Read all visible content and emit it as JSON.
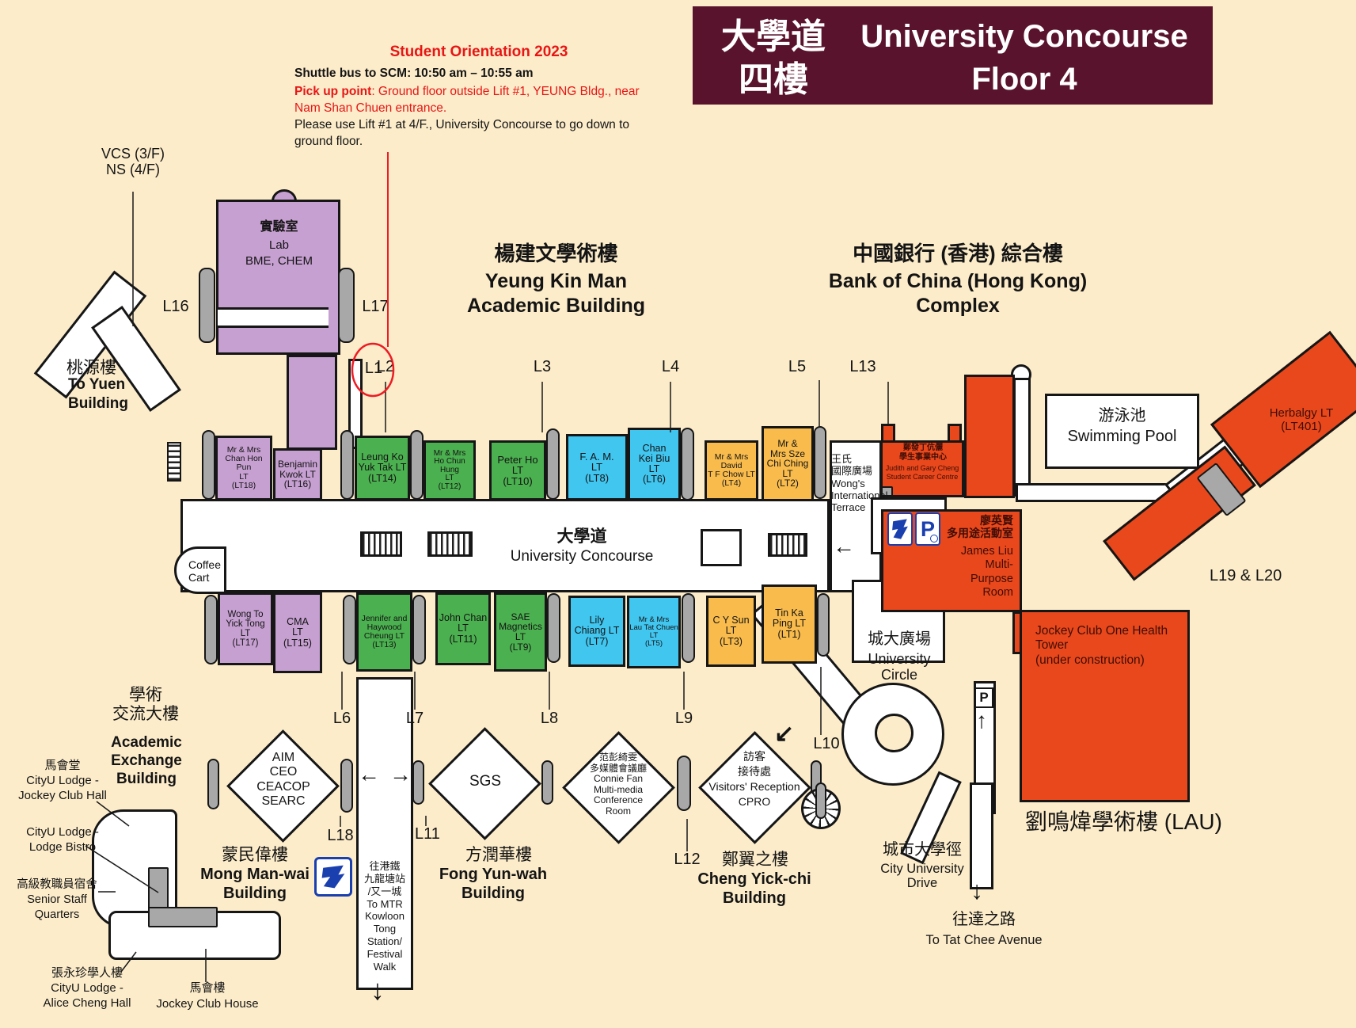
{
  "colors": {
    "background": "#fcecca",
    "header_bg": "#5a132d",
    "purple": "#c7a0d2",
    "green": "#4bb04f",
    "blue": "#41c6f0",
    "orange": "#f8bb4c",
    "red_building": "#e8481c",
    "lift_grey": "#a8a8a8",
    "highlight_red": "#ed1c24"
  },
  "header": {
    "zh1": "大學道",
    "zh2": "四樓",
    "en1": "University Concourse",
    "en2": "Floor 4"
  },
  "orientation": {
    "title": "Student Orientation 2023",
    "shuttle": "Shuttle bus to SCM: 10:50 am – 10:55 am",
    "pickup_label": "Pick up point",
    "pickup_text": ": Ground floor outside Lift #1, YEUNG Bldg., near Nam Shan Chuen entrance.",
    "note": "Please use Lift #1 at 4/F., University Concourse to go down to ground floor."
  },
  "landmarks": {
    "vcs_ns": "VCS (3/F)\nNS (4/F)",
    "to_yuen_zh": "桃源樓",
    "to_yuen_en": "To Yuen\nBuilding",
    "lab_zh": "實驗室",
    "lab_en": "Lab",
    "lab_depts": "BME, CHEM",
    "yeung_zh": "楊建文學術樓",
    "yeung_en": "Yeung Kin Man\nAcademic Building",
    "boc_zh": "中國銀行 (香港) 綜合樓",
    "boc_en": "Bank of China (Hong Kong)\nComplex",
    "concourse_zh": "大學道",
    "concourse_en": "University Concourse",
    "coffee_cart": "Coffee\nCart",
    "terrace": "王氏\n國際廣場\nWong's\nInternational\nTerrace",
    "career_zh": "鄭發丁伉儷\n學生事業中心",
    "career_en": "Judith and Gary Cheng\nStudent Career Centre",
    "pool_zh": "游泳池",
    "pool_en": "Swimming Pool",
    "herbalgy": "Herbalgy LT\n(LT401)",
    "james_liu_zh": "廖英賢\n多用途活動室",
    "james_liu_en": "James Liu\nMulti-\nPurpose\nRoom",
    "health_tower": "Jockey Club One Health\nTower\n(under construction)",
    "circle_zh": "城大廣場",
    "circle_en": "University\nCircle",
    "lau": "劉鳴煒學術樓 (LAU)",
    "drive_zh": "城市大學徑",
    "drive_en": "City University\nDrive",
    "tat_chee_zh": "往達之路",
    "tat_chee_en": "To Tat Chee Avenue",
    "mong_zh": "蒙民偉樓",
    "mong_en": "Mong Man-wai\nBuilding",
    "fong_zh": "方潤華樓",
    "fong_en": "Fong Yun-wah\nBuilding",
    "cheng_zh": "鄭翼之樓",
    "cheng_en": "Cheng Yick-chi\nBuilding",
    "mtr": "往港鐵\n九龍塘站\n/又一城\nTo MTR\nKowloon\nTong\nStation/\nFestival\nWalk",
    "acad_zh": "學術\n交流大樓",
    "acad_en": "Academic\nExchange\nBuilding",
    "jc_hall": "馬會堂\nCityU Lodge -\nJockey Club Hall",
    "lodge_bistro": "CityU Lodge -\nLodge Bistro",
    "senior_staff": "高級教職員宿舍\nSenior Staff Quarters",
    "alice": "張永珍學人樓\nCityU Lodge -\nAlice Cheng Hall",
    "jc_house": "馬會樓\nJockey Club House"
  },
  "upper_lts": [
    {
      "label": "Mr & Mrs\nChan Hon Pun\nLT\n(LT18)"
    },
    {
      "label": "Benjamin\nKwok LT\n(LT16)"
    },
    {
      "label": "Leung Ko\nYuk Tak LT\n(LT14)"
    },
    {
      "label": "Mr & Mrs\nHo Chun Hung\nLT\n(LT12)"
    },
    {
      "label": "Peter Ho\nLT\n(LT10)"
    },
    {
      "label": "F. A. M.\nLT\n(LT8)"
    },
    {
      "label": "Chan\nKei Biu\nLT\n(LT6)"
    },
    {
      "label": "Mr & Mrs\nDavid\nT F Chow LT\n(LT4)"
    },
    {
      "label": "Mr &\nMrs Sze\nChi Ching\nLT\n(LT2)"
    }
  ],
  "lower_lts": [
    {
      "label": "Wong To\nYick Tong LT\n(LT17)"
    },
    {
      "label": "CMA\nLT\n(LT15)"
    },
    {
      "label": "Jennifer and\nHaywood\nCheung LT\n(LT13)"
    },
    {
      "label": "John Chan\nLT\n(LT11)"
    },
    {
      "label": "SAE\nMagnetics\nLT\n(LT9)"
    },
    {
      "label": "Lily\nChiang LT\n(LT7)"
    },
    {
      "label": "Mr & Mrs\nLau Tat Chuen\nLT\n(LT5)"
    },
    {
      "label": "C Y Sun\nLT\n(LT3)"
    },
    {
      "label": "Tin Ka\nPing LT\n(LT1)"
    }
  ],
  "diamonds": [
    {
      "label": "AIM\nCEO\nCEACOP\nSEARC"
    },
    {
      "label": "SGS"
    },
    {
      "label": "范彭綺雯\n多媒體會議廳\nConnie Fan\nMulti-media\nConference\nRoom"
    },
    {
      "label": "訪客\n接待處\nVisitors' Reception\nCPRO"
    }
  ],
  "lifts": {
    "l1": "L1",
    "l2": "L2",
    "l3": "L3",
    "l4": "L4",
    "l5": "L5",
    "l6": "L6",
    "l7": "L7",
    "l8": "L8",
    "l9": "L9",
    "l10": "L10",
    "l11": "L11",
    "l12": "L12",
    "l13": "L13",
    "l16": "L16",
    "l17": "L17",
    "l18": "L18",
    "l19_20": "L19 & L20"
  },
  "icons": {
    "arrow_left": "←",
    "arrow_right": "→",
    "arrow_up": "↑",
    "arrow_down": "↓",
    "arrow_down_left": "↙",
    "parking": "P"
  }
}
